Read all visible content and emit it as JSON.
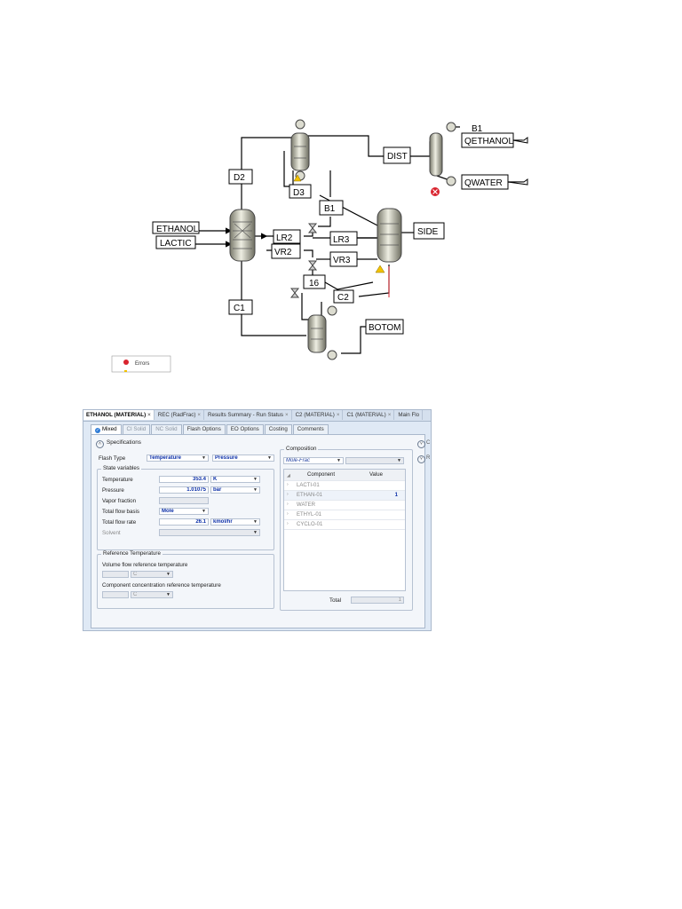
{
  "flowsheet": {
    "streams": {
      "ethanol": "ETHANOL",
      "lactic": "LACTIC",
      "d2": "D2",
      "c1": "C1",
      "d3": "D3",
      "b1": "B1",
      "lr2": "LR2",
      "vr2": "VR2",
      "lr3": "LR3",
      "vr3": "VR3",
      "s16": "16",
      "c2": "C2",
      "dist": "DIST",
      "side": "SIDE",
      "botom": "BOTOM",
      "qethanol": "QETHANOL",
      "qwater": "QWATER",
      "b1_block": "B1"
    },
    "legend": {
      "errors": "Errors"
    },
    "colors": {
      "error": "#d9232e",
      "warning": "#f2c200"
    }
  },
  "panel": {
    "doc_tabs": [
      "ETHANOL (MATERIAL)",
      "REC (RadFrac)",
      "Results Summary - Run Status",
      "C2 (MATERIAL)",
      "C1 (MATERIAL)",
      "Main Flo"
    ],
    "sub_tabs": [
      "Mixed",
      "CI Solid",
      "NC Solid",
      "Flash Options",
      "EO Options",
      "Costing",
      "Comments"
    ],
    "specifications_label": "Specifications",
    "flash_type_label": "Flash Type",
    "flash_type_1": "Temperature",
    "flash_type_2": "Pressure",
    "state_variables_label": "State variables",
    "temperature_label": "Temperature",
    "temperature_value": "353.4",
    "temperature_unit": "K",
    "pressure_label": "Pressure",
    "pressure_value": "1.01075",
    "pressure_unit": "bar",
    "vapor_fraction_label": "Vapor fraction",
    "total_flow_basis_label": "Total flow basis",
    "total_flow_basis_value": "Mole",
    "total_flow_rate_label": "Total flow rate",
    "total_flow_rate_value": "26.1",
    "total_flow_rate_unit": "kmol/hr",
    "solvent_label": "Solvent",
    "reference_temperature_label": "Reference Temperature",
    "volume_flow_ref_label": "Volume flow reference temperature",
    "volume_flow_ref_unit": "C",
    "component_conc_ref_label": "Component concentration reference temperature",
    "component_conc_ref_unit": "C",
    "composition_label": "Composition",
    "composition_basis": "Mole-Frac",
    "grid_headers": [
      "Component",
      "Value"
    ],
    "components": [
      {
        "name": "LACTI-01",
        "value": ""
      },
      {
        "name": "ETHAN-01",
        "value": "1"
      },
      {
        "name": "WATER",
        "value": ""
      },
      {
        "name": "ETHYL-01",
        "value": ""
      },
      {
        "name": "CYCLO-01",
        "value": ""
      }
    ],
    "total_label": "Total",
    "total_value": "1"
  }
}
